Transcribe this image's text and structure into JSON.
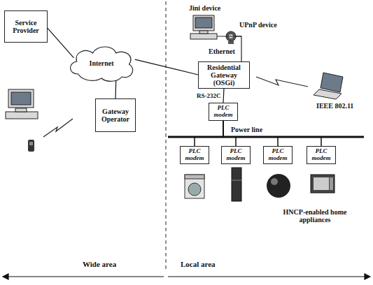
{
  "diagram": {
    "nodes": [
      {
        "text": [
          "Service Provider"
        ]
      },
      {
        "text": [
          "Internet"
        ]
      },
      {
        "text": [
          "Gateway Operator"
        ]
      },
      {
        "text": [
          "Residential Gateway (OSGi)"
        ]
      },
      {
        "text": [
          "PLC modem"
        ]
      },
      {
        "text": [
          "PLC modem"
        ]
      },
      {
        "text": [
          "PLC modem"
        ]
      },
      {
        "text": [
          "PLC modem"
        ]
      },
      {
        "text": [
          "PLC modem"
        ]
      }
    ],
    "edges": [
      {
        "from": 0,
        "to": 1,
        "arrow": "none"
      },
      {
        "from": 1,
        "to": 2,
        "arrow": "none"
      },
      {
        "from": 1,
        "to": 3,
        "arrow": "none"
      },
      {
        "from": 3,
        "to": 4,
        "label": "RS-232C",
        "arrow": "none"
      },
      {
        "from": 4,
        "to": 5,
        "arrow": "none"
      },
      {
        "from": 4,
        "to": 6,
        "arrow": "none"
      },
      {
        "from": 4,
        "to": 7,
        "arrow": "none"
      },
      {
        "from": 4,
        "to": 8,
        "arrow": "none"
      }
    ],
    "labels": [
      "Jini device",
      "UPnP device",
      "Ethernet",
      "IEEE 802.11",
      "Power line",
      "HNCP-enabled home appliances",
      "Wide area",
      "Local area"
    ]
  }
}
